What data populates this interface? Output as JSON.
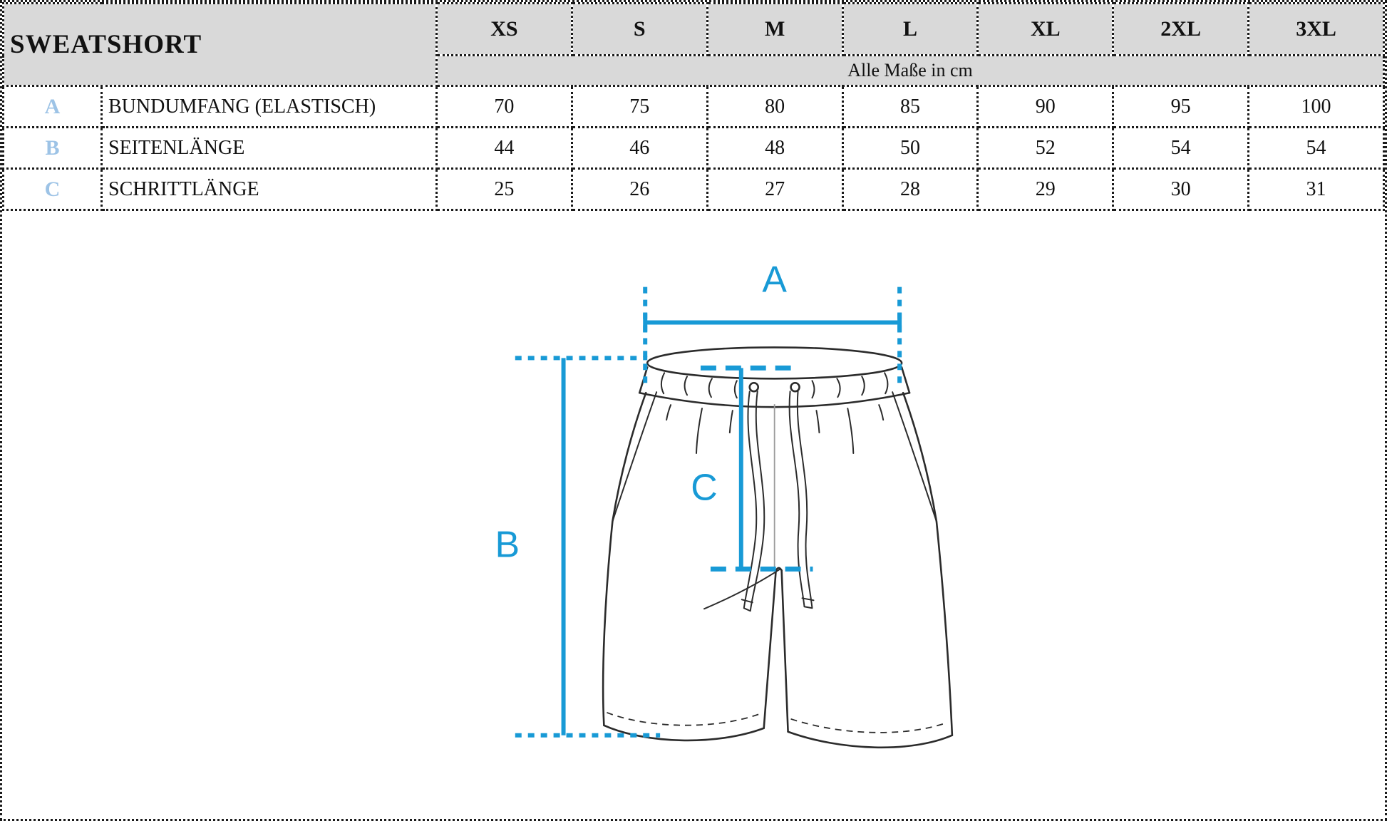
{
  "table": {
    "title": "SWEATSHORT",
    "unit_note": "Alle Maße in cm",
    "sizes": [
      "XS",
      "S",
      "M",
      "L",
      "XL",
      "2XL",
      "3XL"
    ],
    "rows": [
      {
        "key": "A",
        "label": "BUNDUMFANG (ELASTISCH)",
        "values": [
          "70",
          "75",
          "80",
          "85",
          "90",
          "95",
          "100"
        ]
      },
      {
        "key": "B",
        "label": "SEITENLÄNGE",
        "values": [
          "44",
          "46",
          "48",
          "50",
          "52",
          "54",
          "54"
        ]
      },
      {
        "key": "C",
        "label": "SCHRITTLÄNGE",
        "values": [
          "25",
          "26",
          "27",
          "28",
          "29",
          "30",
          "31"
        ]
      }
    ]
  },
  "diagram": {
    "label_a": "A",
    "label_b": "B",
    "label_c": "C"
  },
  "colors": {
    "dimension_accent": "#189ad6",
    "row_key_blue": "#9dc3e6",
    "header_bg": "#d9d9d9"
  }
}
